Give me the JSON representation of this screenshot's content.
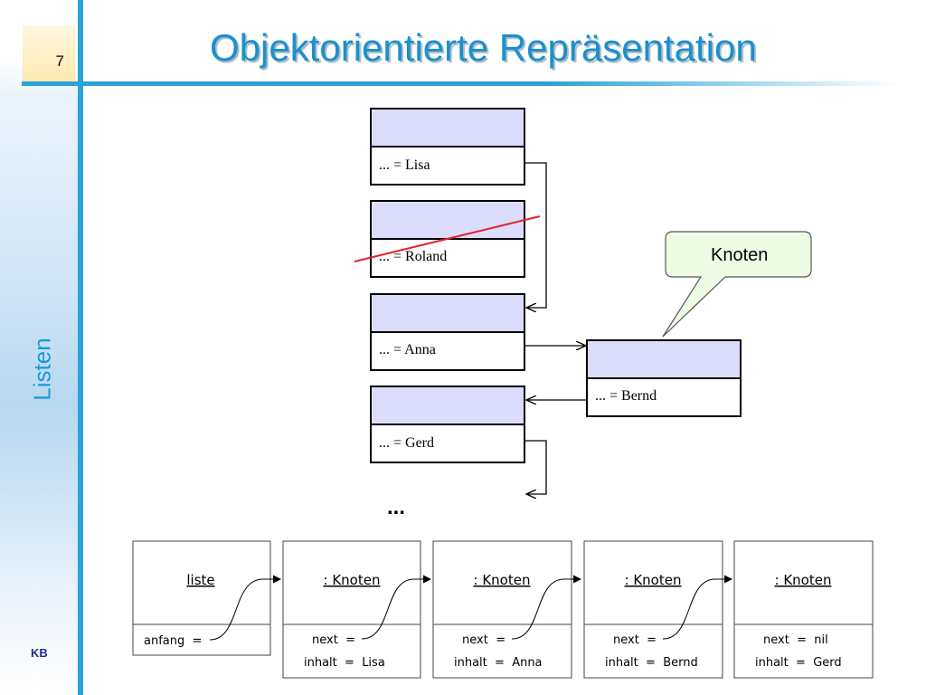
{
  "slide": {
    "number": "7",
    "title": "Objektorientierte Repräsentation",
    "side_label": "Listen",
    "author": "KB"
  },
  "top_diagram": {
    "nodes": [
      "... = Lisa",
      "... = Roland",
      "... = Anna",
      "... = Gerd"
    ],
    "new_node": "... = Bernd",
    "callout": "Knoten",
    "ellipsis": "..."
  },
  "object_diagram": {
    "list_box": {
      "title": "liste",
      "field": "anfang  ="
    },
    "nodes": [
      {
        "title": ": Knoten",
        "next": "next  =",
        "inhalt": "inhalt  =  Lisa"
      },
      {
        "title": ": Knoten",
        "next": "next  =",
        "inhalt": "inhalt  =  Anna"
      },
      {
        "title": ": Knoten",
        "next": "next  =",
        "inhalt": "inhalt  =  Bernd"
      },
      {
        "title": ": Knoten",
        "next": "next  =  nil",
        "inhalt": "inhalt  =  Gerd"
      }
    ]
  },
  "colors": {
    "accent": "#1b90cc",
    "node_header": "#dcdcfc",
    "callout_fill": "#eefce6",
    "strike_line": "#e0242c"
  }
}
